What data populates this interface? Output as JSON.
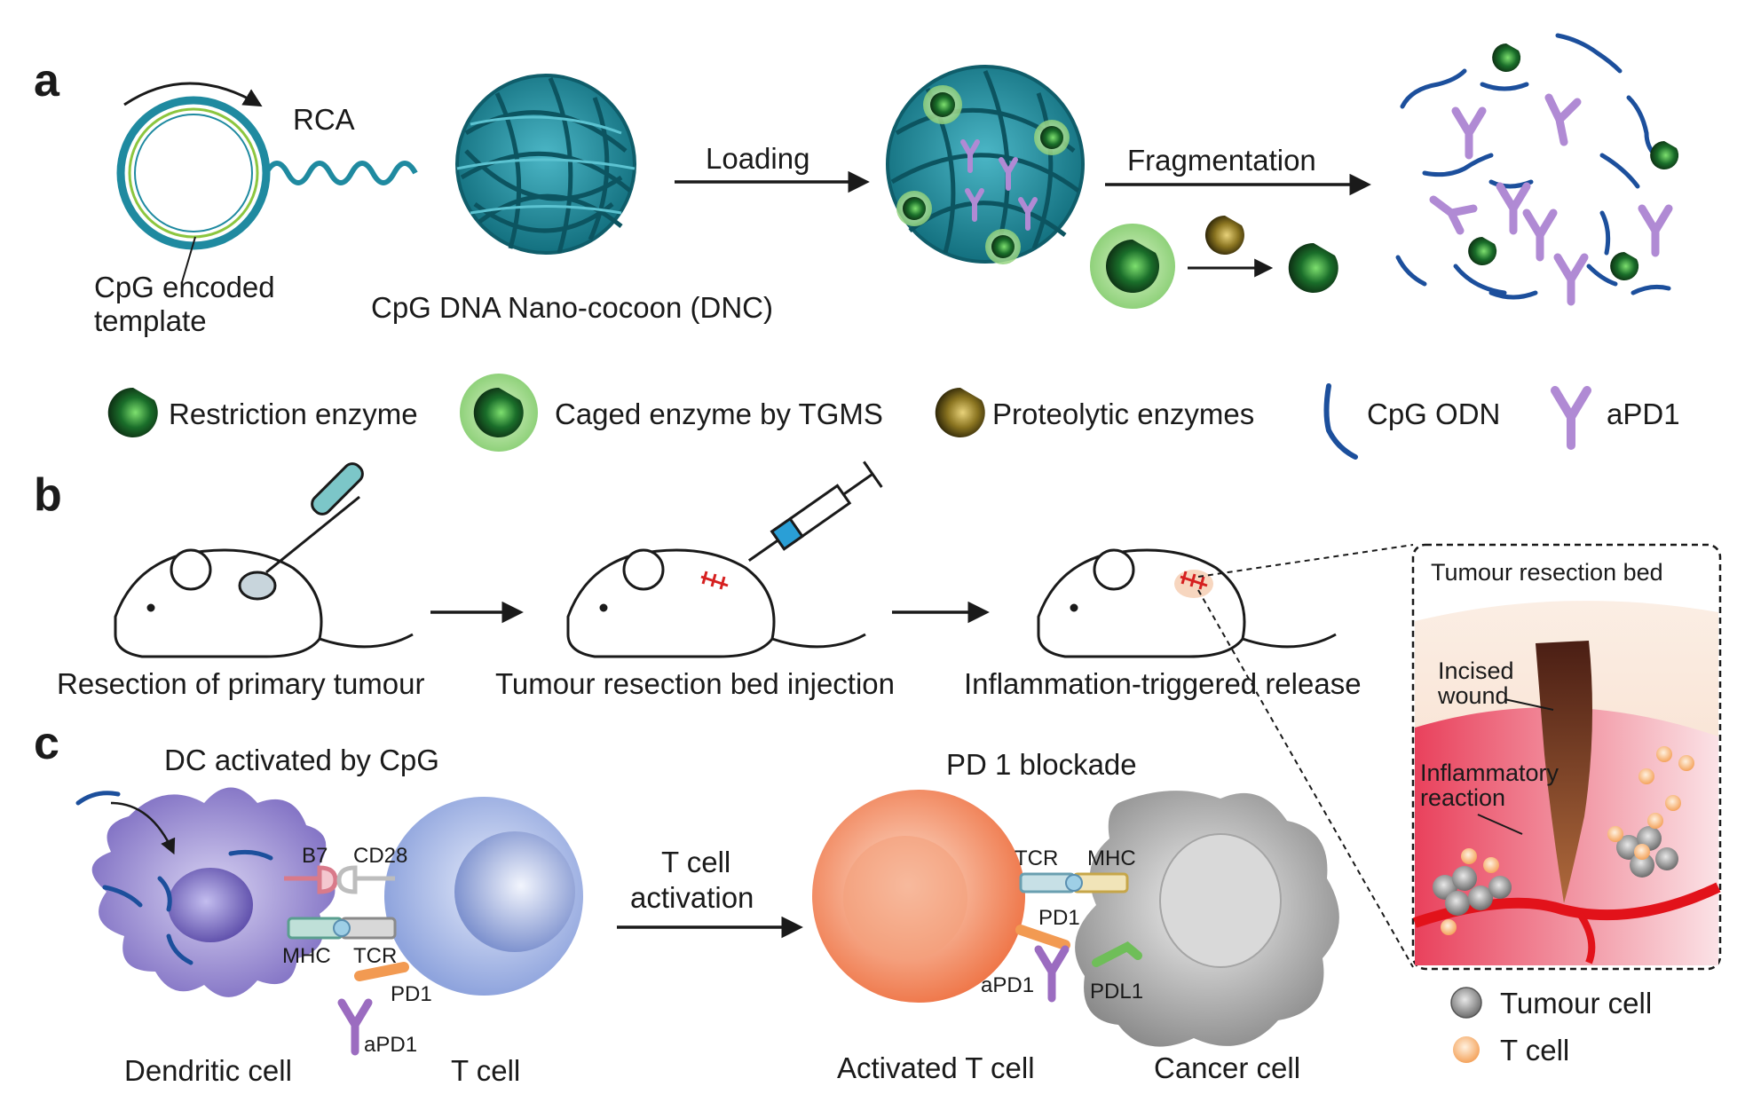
{
  "panels": {
    "a": {
      "letter": "a",
      "rca": "RCA",
      "template_line1": "CpG encoded",
      "template_line2": "template",
      "dnc": "CpG DNA Nano-cocoon (DNC)",
      "loading": "Loading",
      "fragmentation": "Fragmentation"
    },
    "legend": {
      "restriction": "Restriction enzyme",
      "caged": "Caged enzyme by TGMS",
      "proteolytic": "Proteolytic enzymes",
      "cpg": "CpG ODN",
      "apd1": "aPD1"
    },
    "b": {
      "letter": "b",
      "step1": "Resection of primary tumour",
      "step2": "Tumour resection bed injection",
      "step3": "Inflammation-triggered release",
      "inset_title": "Tumour resection bed",
      "incised_1": "Incised",
      "incised_2": "wound",
      "inflam_1": "Inflammatory",
      "inflam_2": "reaction",
      "legend_tumour": "Tumour cell",
      "legend_tcell": "T cell"
    },
    "c": {
      "letter": "c",
      "dc_title": "DC activated by CpG",
      "b7": "B7",
      "cd28": "CD28",
      "mhc": "MHC",
      "tcr": "TCR",
      "pd1": "PD1",
      "apd1": "aPD1",
      "dendritic": "Dendritic cell",
      "tcell": "T cell",
      "activation_1": "T cell",
      "activation_2": "activation",
      "pd1_title": "PD 1 blockade",
      "tcr2": "TCR",
      "mhc2": "MHC",
      "pd1b": "PD1",
      "apd1b": "aPD1",
      "pdl1": "PDL1",
      "activated": "Activated T cell",
      "cancer": "Cancer cell"
    }
  },
  "colors": {
    "dna": "#1f8aa0",
    "enzyme_green": "#1e7a2e",
    "enzyme_gold": "#8a7420",
    "antibody": "#9b6cc0",
    "cpg_blue": "#1c4f9c",
    "dc": "#7d6fc0",
    "tcell": "#8fa4dd",
    "activated_tcell": "#ef7a4a",
    "cancer": "#8e8e8e"
  }
}
